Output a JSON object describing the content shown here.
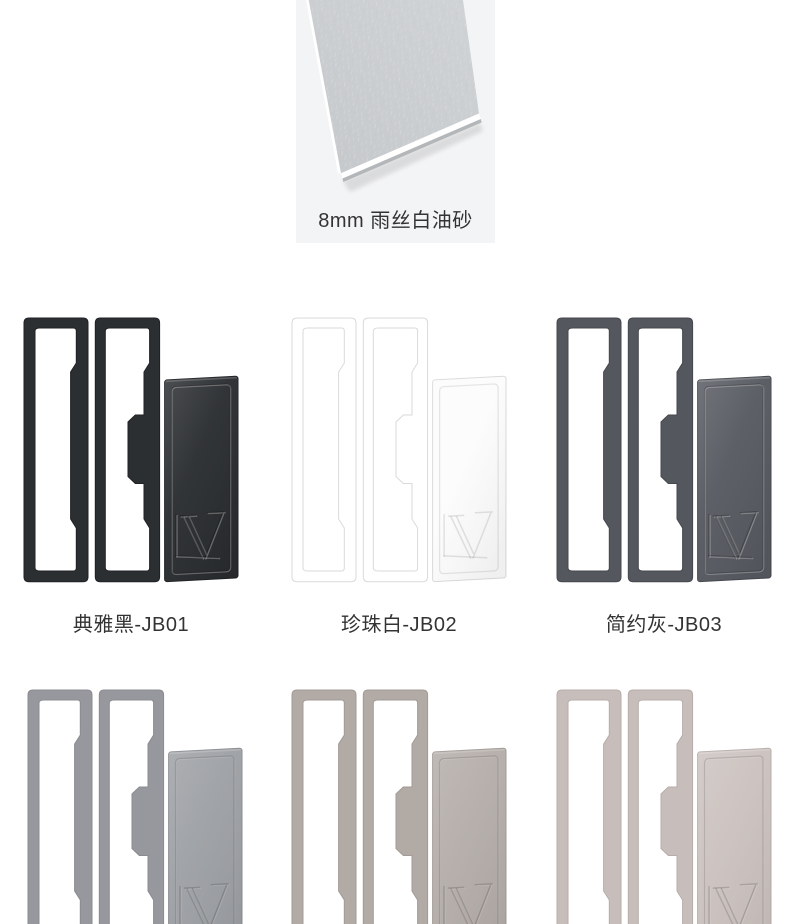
{
  "page": {
    "background": "#ffffff",
    "text_color": "#333333"
  },
  "hero": {
    "caption": "8mm 雨丝白油砂",
    "background": "#f3f4f5",
    "slab_colors": {
      "top": "#c9ccd0",
      "top_highlight": "#d8dbdd",
      "front_edge": "#ffffff",
      "side": "#b3b6b9"
    }
  },
  "logo": {
    "name": "LV-embossed-monogram"
  },
  "swatches": [
    {
      "label": "典雅黑-JB01",
      "frame_color": "#2c2f32",
      "panel_color": "#292c2f",
      "edge_color": "#1f2225"
    },
    {
      "label": "珍珠白-JB02",
      "frame_color": "#ffffff",
      "panel_color": "#fcfcfc",
      "edge_color": "#d9dadb"
    },
    {
      "label": "简约灰-JB03",
      "frame_color": "#54575d",
      "panel_color": "#565960",
      "edge_color": "#45484e"
    },
    {
      "label": "",
      "frame_color": "#96989d",
      "panel_color": "#9da0a4",
      "edge_color": "#8a8c91"
    },
    {
      "label": "",
      "frame_color": "#b1aaa5",
      "panel_color": "#b4ada9",
      "edge_color": "#a29b96"
    },
    {
      "label": "",
      "frame_color": "#c7bdba",
      "panel_color": "#cbc2bf",
      "edge_color": "#b7adaa"
    }
  ]
}
